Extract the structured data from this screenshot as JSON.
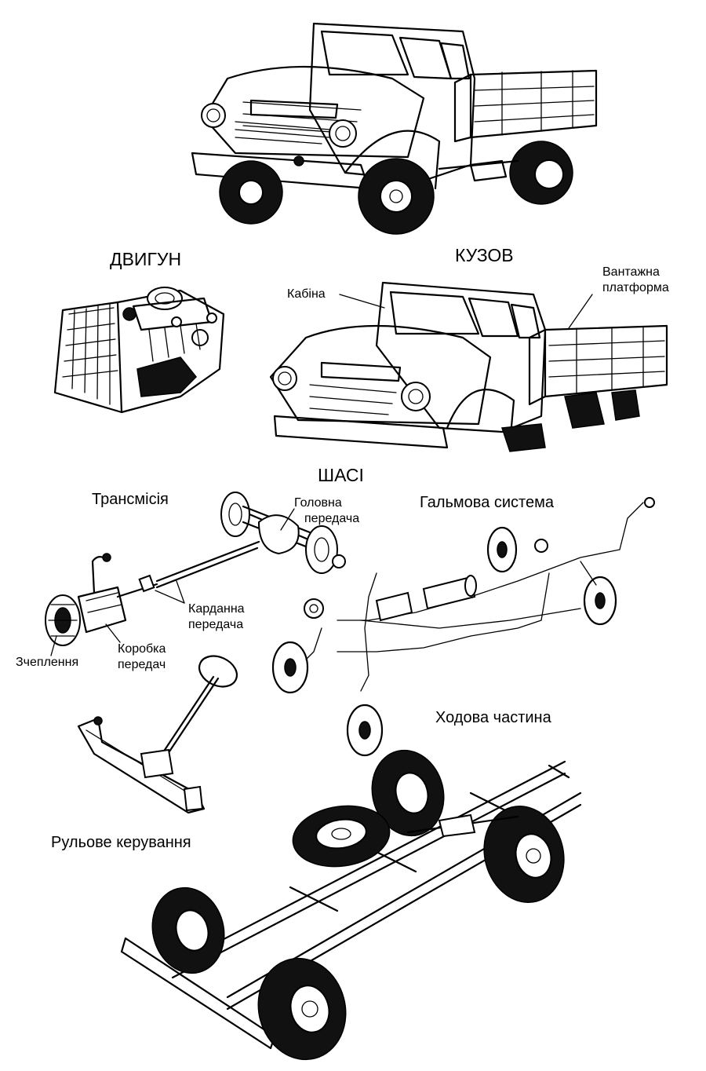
{
  "sections": {
    "engine": "ДВИГУН",
    "body": "КУЗОВ",
    "chassis": "ШАСІ"
  },
  "body_parts": {
    "cabin": "Кабіна",
    "cargo_platform_line1": "Вантажна",
    "cargo_platform_line2": "платформа"
  },
  "chassis_systems": {
    "transmission": "Трансмісія",
    "brakes": "Гальмова система",
    "running_gear": "Ходова частина",
    "steering": "Рульове керування"
  },
  "transmission_parts": {
    "final_drive_line1": "Головна",
    "final_drive_line2": "передача",
    "cardan_line1": "Карданна",
    "cardan_line2": "передача",
    "gearbox_line1": "Коробка",
    "gearbox_line2": "передач",
    "clutch": "Зчеплення"
  },
  "icons": {
    "truck": "truck-illustration",
    "engine": "engine-illustration",
    "body": "truck-body-illustration",
    "transmission": "transmission-illustration",
    "brakes": "brake-system-illustration",
    "steering": "steering-illustration",
    "chassis": "chassis-frame-illustration"
  }
}
